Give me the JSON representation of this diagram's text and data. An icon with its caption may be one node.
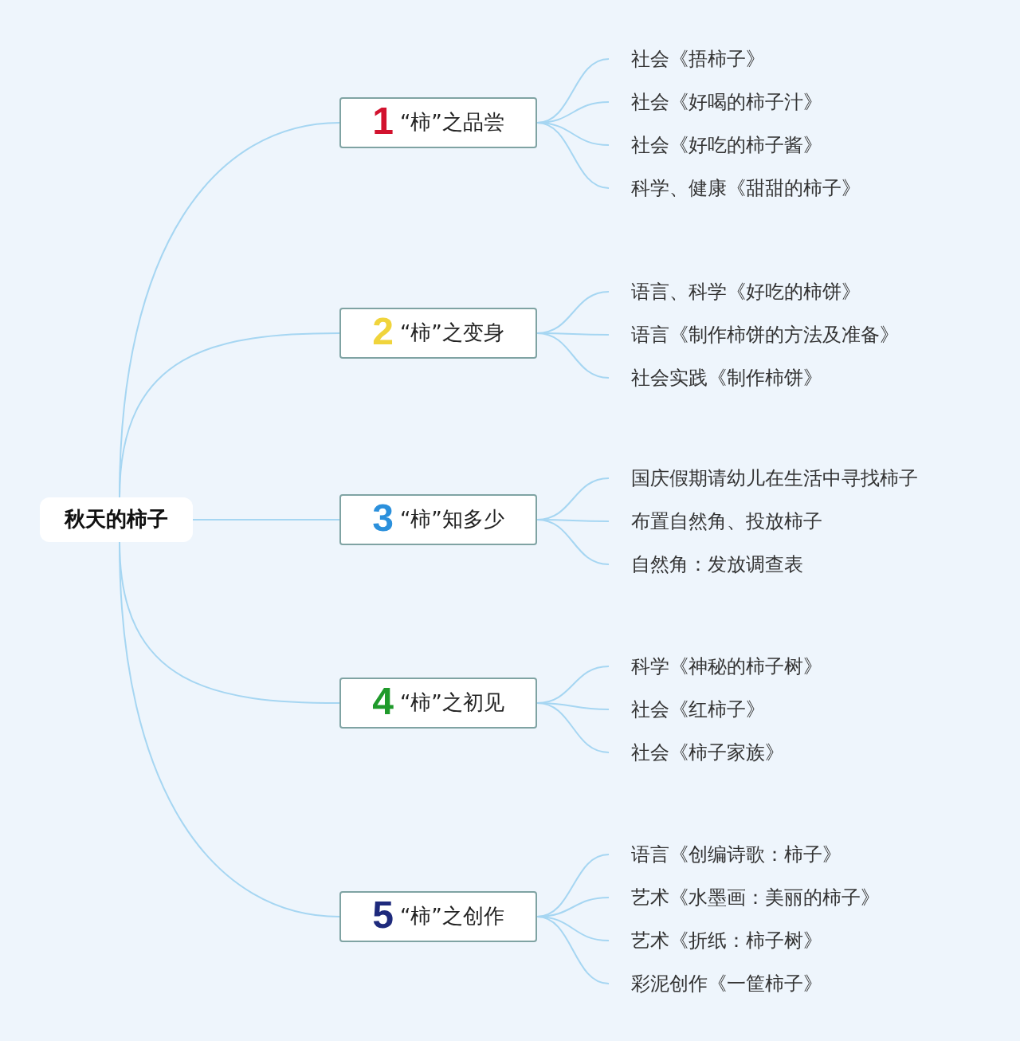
{
  "diagram": {
    "nodes": [
      {
        "text": [
          "秋天的柿子"
        ]
      },
      {
        "text": [
          "1",
          "“柿”之品尝"
        ]
      },
      {
        "text": [
          "社会《捂柿子》"
        ]
      },
      {
        "text": [
          "社会《好喝的柿子汁》"
        ]
      },
      {
        "text": [
          "社会《好吃的柿子酱》"
        ]
      },
      {
        "text": [
          "科学、健康《甜甜的柿子》"
        ]
      },
      {
        "text": [
          "2",
          "“柿”之变身"
        ]
      },
      {
        "text": [
          "语言、科学《好吃的柿饼》"
        ]
      },
      {
        "text": [
          "语言《制作柿饼的方法及准备》"
        ]
      },
      {
        "text": [
          "社会实践《制作柿饼》"
        ]
      },
      {
        "text": [
          "3",
          "“柿”知多少"
        ]
      },
      {
        "text": [
          "国庆假期请幼儿在生活中寻找柿子"
        ]
      },
      {
        "text": [
          "布置自然角、投放柿子"
        ]
      },
      {
        "text": [
          "自然角：发放调查表"
        ]
      },
      {
        "text": [
          "4",
          "“柿”之初见"
        ]
      },
      {
        "text": [
          "科学《神秘的柿子树》"
        ]
      },
      {
        "text": [
          "社会《红柿子》"
        ]
      },
      {
        "text": [
          "社会《柿子家族》"
        ]
      },
      {
        "text": [
          "5",
          "“柿”之创作"
        ]
      },
      {
        "text": [
          "语言《创编诗歌：柿子》"
        ]
      },
      {
        "text": [
          "艺术《水墨画：美丽的柿子》"
        ]
      },
      {
        "text": [
          "艺术《折纸：柿子树》"
        ]
      },
      {
        "text": [
          "彩泥创作《一筐柿子》"
        ]
      }
    ],
    "edges": [
      {
        "from": 0,
        "to": 1,
        "arrow": "none"
      },
      {
        "from": 0,
        "to": 6,
        "arrow": "none"
      },
      {
        "from": 0,
        "to": 10,
        "arrow": "none"
      },
      {
        "from": 0,
        "to": 14,
        "arrow": "none"
      },
      {
        "from": 0,
        "to": 18,
        "arrow": "none"
      },
      {
        "from": 1,
        "to": 2,
        "arrow": "none"
      },
      {
        "from": 1,
        "to": 3,
        "arrow": "none"
      },
      {
        "from": 1,
        "to": 4,
        "arrow": "none"
      },
      {
        "from": 1,
        "to": 5,
        "arrow": "none"
      },
      {
        "from": 6,
        "to": 7,
        "arrow": "none"
      },
      {
        "from": 6,
        "to": 8,
        "arrow": "none"
      },
      {
        "from": 6,
        "to": 9,
        "arrow": "none"
      },
      {
        "from": 10,
        "to": 11,
        "arrow": "none"
      },
      {
        "from": 10,
        "to": 12,
        "arrow": "none"
      },
      {
        "from": 10,
        "to": 13,
        "arrow": "none"
      },
      {
        "from": 14,
        "to": 15,
        "arrow": "none"
      },
      {
        "from": 14,
        "to": 16,
        "arrow": "none"
      },
      {
        "from": 14,
        "to": 17,
        "arrow": "none"
      },
      {
        "from": 18,
        "to": 19,
        "arrow": "none"
      },
      {
        "from": 18,
        "to": 20,
        "arrow": "none"
      },
      {
        "from": 18,
        "to": 21,
        "arrow": "none"
      },
      {
        "from": 18,
        "to": 22,
        "arrow": "none"
      }
    ]
  }
}
